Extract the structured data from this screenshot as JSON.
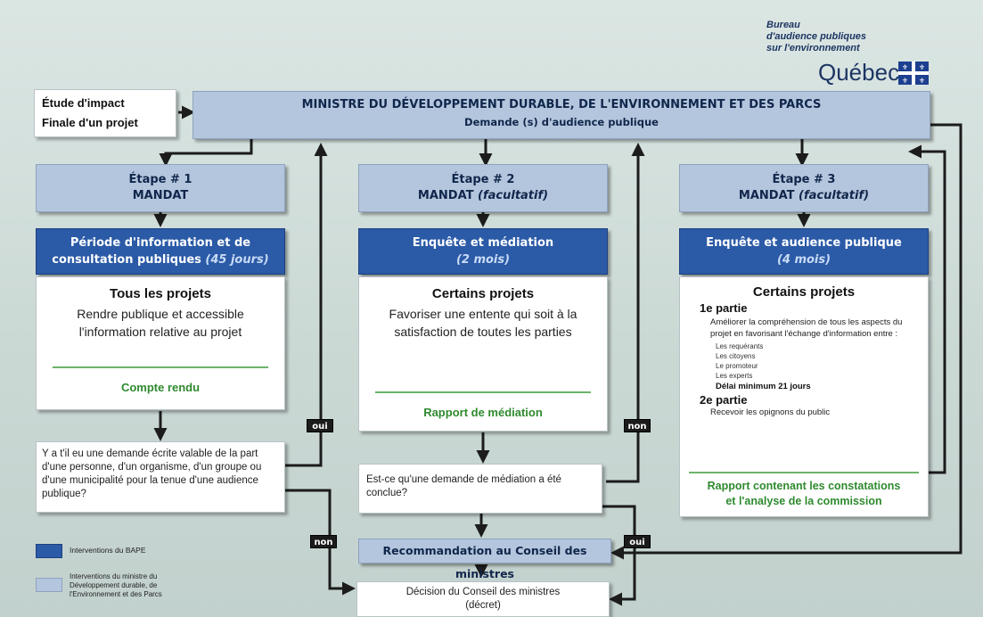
{
  "header": {
    "bape_line1": "Bureau",
    "bape_line2": "d'audience publiques",
    "bape_line3": "sur l'environnement",
    "quebec": "Québec"
  },
  "etude": {
    "line1": "Étude d'impact",
    "line2": "Finale d'un projet"
  },
  "ministre": {
    "title": "MINISTRE DU DÉVELOPPEMENT DURABLE, DE L'ENVIRONNEMENT ET DES PARCS",
    "subtitle": "Demande (s) d'audience publique"
  },
  "etapes": [
    {
      "label": "Étape # 1",
      "mandat": "MANDAT",
      "facultatif": "",
      "phase_line1": "Période d'information et de",
      "phase_line2": "consultation publiques",
      "duration": "(45 jours)"
    },
    {
      "label": "Étape # 2",
      "mandat": "MANDAT",
      "facultatif": "(facultatif)",
      "phase_line1": "Enquête et médiation",
      "phase_line2": "",
      "duration": "(2 mois)"
    },
    {
      "label": "Étape # 3",
      "mandat": "MANDAT",
      "facultatif": "(facultatif)",
      "phase_line1": "Enquête et audience publique",
      "phase_line2": "",
      "duration": "(4 mois)"
    }
  ],
  "col1": {
    "title": "Tous les projets",
    "text": "Rendre publique et accessible l'information relative au projet",
    "report": "Compte rendu",
    "question": "Y a t'il eu une demande écrite valable de la part d'une personne, d'un organisme, d'un groupe ou d'une municipalité pour la tenue d'une audience publique?"
  },
  "col2": {
    "title": "Certains projets",
    "text": "Favoriser une entente qui soit à la satisfaction de toutes les parties",
    "report": "Rapport de médiation",
    "question": "Est-ce qu'une demande de médiation a été conclue?"
  },
  "col3": {
    "title": "Certains projets",
    "part1": "1e partie",
    "part1_text": "Améliorer la compréhension de tous les aspects du projet en favorisant l'échange d'information entre :",
    "items": [
      "Les requérants",
      "Les citoyens",
      "Le promoteur",
      "Les experts"
    ],
    "delay": "Délai minimum 21 jours",
    "part2": "2e partie",
    "part2_text": "Recevoir les opignons du public",
    "report_line1": "Rapport contenant les constatations",
    "report_line2": "et l'analyse de la commission"
  },
  "tags": {
    "oui1": "oui",
    "non1": "non",
    "non2": "non",
    "oui2": "oui"
  },
  "recommandation": "Recommandation au Conseil des ministres",
  "decision_line1": "Décision du Conseil des ministres",
  "decision_line2": "(décret)",
  "legend": {
    "bape": "Interventions du BAPE",
    "ministre": "Interventions du ministre du Développement durable, de l'Environnement et des Parcs"
  },
  "colors": {
    "dark_blue": "#2b5aa6",
    "light_blue": "#b4c6dd",
    "green": "#2f8a2f"
  }
}
